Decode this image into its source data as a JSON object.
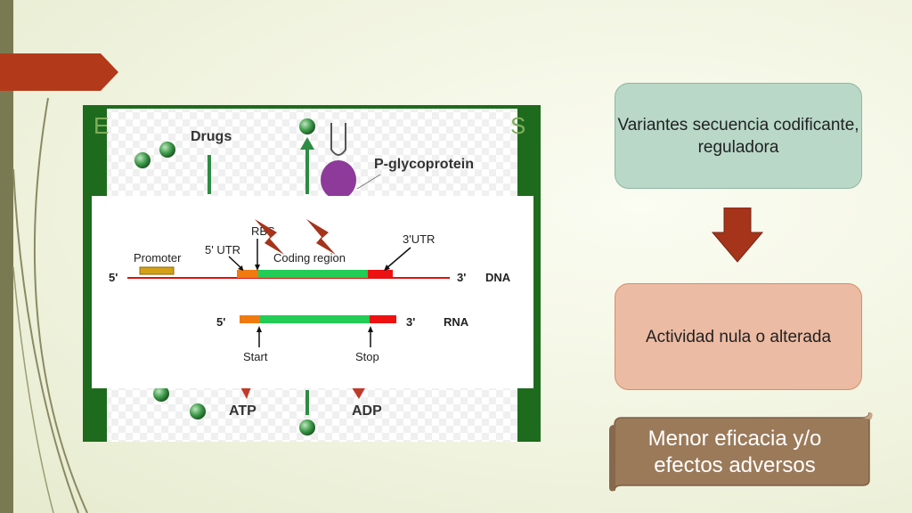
{
  "figure": {
    "background_labels": {
      "drugs": "Drugs",
      "pgp": "P-glycoprotein",
      "atp": "ATP",
      "adp": "ADP"
    },
    "diagram": {
      "promoter": "Promoter",
      "utr5": "5' UTR",
      "rbs": "RBS",
      "coding_region": "Coding region",
      "utr3": "3'UTR",
      "dna_5": "5'",
      "dna_3": "3'",
      "dna": "DNA",
      "rna_5": "5'",
      "rna_3": "3'",
      "rna": "RNA",
      "start": "Start",
      "stop": "Stop"
    }
  },
  "flow": {
    "box1": "Variantes secuencia codificante, reguladora",
    "box2": "Actividad nula o alterada",
    "result": "Menor eficacia y/o efectos adversos"
  },
  "colors": {
    "ribbon": "#b23a1a",
    "arrow": "#a5341b",
    "box1": "#b9d8c8",
    "box2": "#ecbba3",
    "scroll": "#9b7a5a",
    "dark_green": "#1e6b1e"
  }
}
